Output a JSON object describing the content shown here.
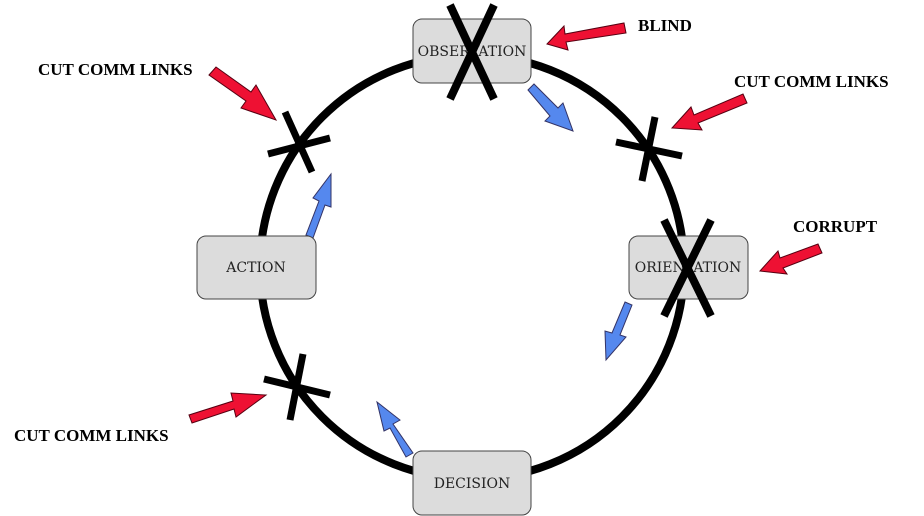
{
  "nodes": {
    "observation": {
      "label": "OBSERVATION"
    },
    "orientation": {
      "label": "ORIENTATION"
    },
    "decision": {
      "label": "DECISION"
    },
    "action": {
      "label": "ACTION"
    }
  },
  "attacks": {
    "blind": {
      "label": "BLIND"
    },
    "corrupt": {
      "label": "CORRUPT"
    },
    "cut_top_left": {
      "label": "CUT COMM LINKS"
    },
    "cut_top_right": {
      "label": "CUT COMM LINKS"
    },
    "cut_bottom_left": {
      "label": "CUT COMM LINKS"
    }
  },
  "colors": {
    "attack_arrow": "#ee1133",
    "flow_arrow": "#5588ee",
    "node_fill": "#dcdcdc",
    "ring": "#000000"
  }
}
